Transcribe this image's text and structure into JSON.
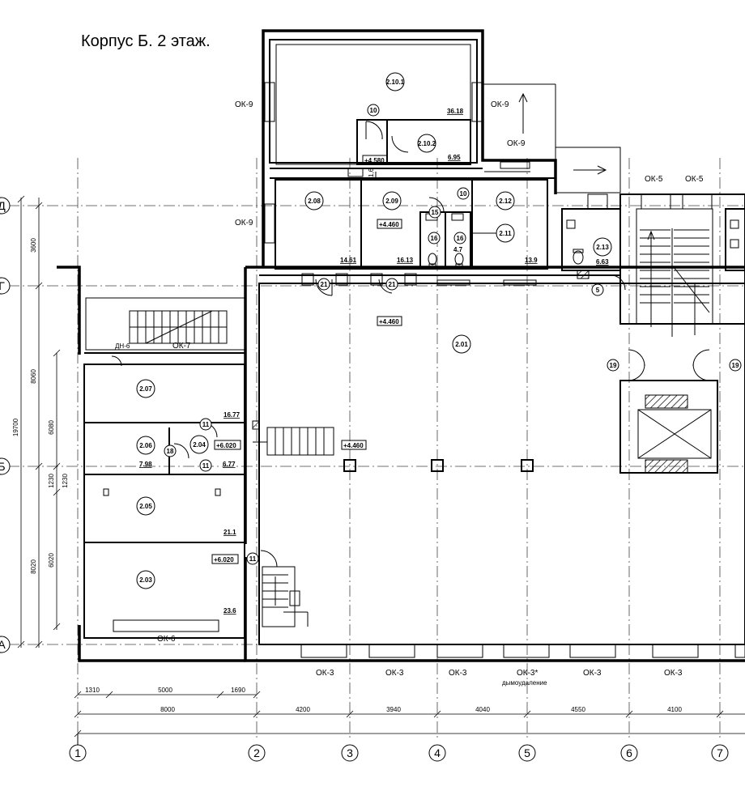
{
  "title": "Корпус Б. 2 этаж.",
  "axes_bottom": [
    "1",
    "2",
    "3",
    "4",
    "5",
    "6",
    "7"
  ],
  "axes_left": [
    "Д",
    "Г",
    "Б",
    "А"
  ],
  "dims_bottom_top": [
    "1310",
    "5000",
    "1690"
  ],
  "dims_bottom": [
    "8000",
    "4200",
    "3940",
    "4040",
    "4550",
    "4100"
  ],
  "dims_left": [
    "3600",
    "8060",
    "6080",
    "19700",
    "1230",
    "1230",
    "8020",
    "6020"
  ],
  "rooms": [
    {
      "id": "2.10.1",
      "area": "36.18"
    },
    {
      "id": "2.10.2",
      "area": "6.95"
    },
    {
      "id": "2.08",
      "area": "14.61"
    },
    {
      "id": "2.09",
      "area": "16.13"
    },
    {
      "id": "2.12",
      "area": "13.9"
    },
    {
      "id": "2.11",
      "area": "4.7"
    },
    {
      "id": "2.13",
      "area": "6.63"
    },
    {
      "id": "2.01",
      "area": ""
    },
    {
      "id": "2.07",
      "area": "16.77"
    },
    {
      "id": "2.06",
      "area": "7.98"
    },
    {
      "id": "2.04",
      "area": "6.77"
    },
    {
      "id": "2.05",
      "area": "21.1"
    },
    {
      "id": "2.03",
      "area": "23.6"
    }
  ],
  "levels": [
    "+4.580",
    "+4.460",
    "+4.460",
    "+4.460",
    "+6.020",
    "+6.020"
  ],
  "windows": [
    "ОК-9",
    "ОК-9",
    "ОК-9",
    "ОК-9",
    "ОК-5",
    "ОК-5",
    "ОК-7",
    "ОК-6",
    "ОК-3",
    "ОК-3",
    "ОК-3",
    "ОК-3*",
    "ОК-3",
    "ОК-3"
  ],
  "door_marks": [
    "10",
    "10",
    "15",
    "16",
    "16",
    "21",
    "21",
    "5",
    "19",
    "19",
    "11",
    "11",
    "11",
    "18"
  ],
  "other_labels": {
    "dn": "ДН-6",
    "smoke": "дымоудаление",
    "mark_16": "1,6"
  }
}
